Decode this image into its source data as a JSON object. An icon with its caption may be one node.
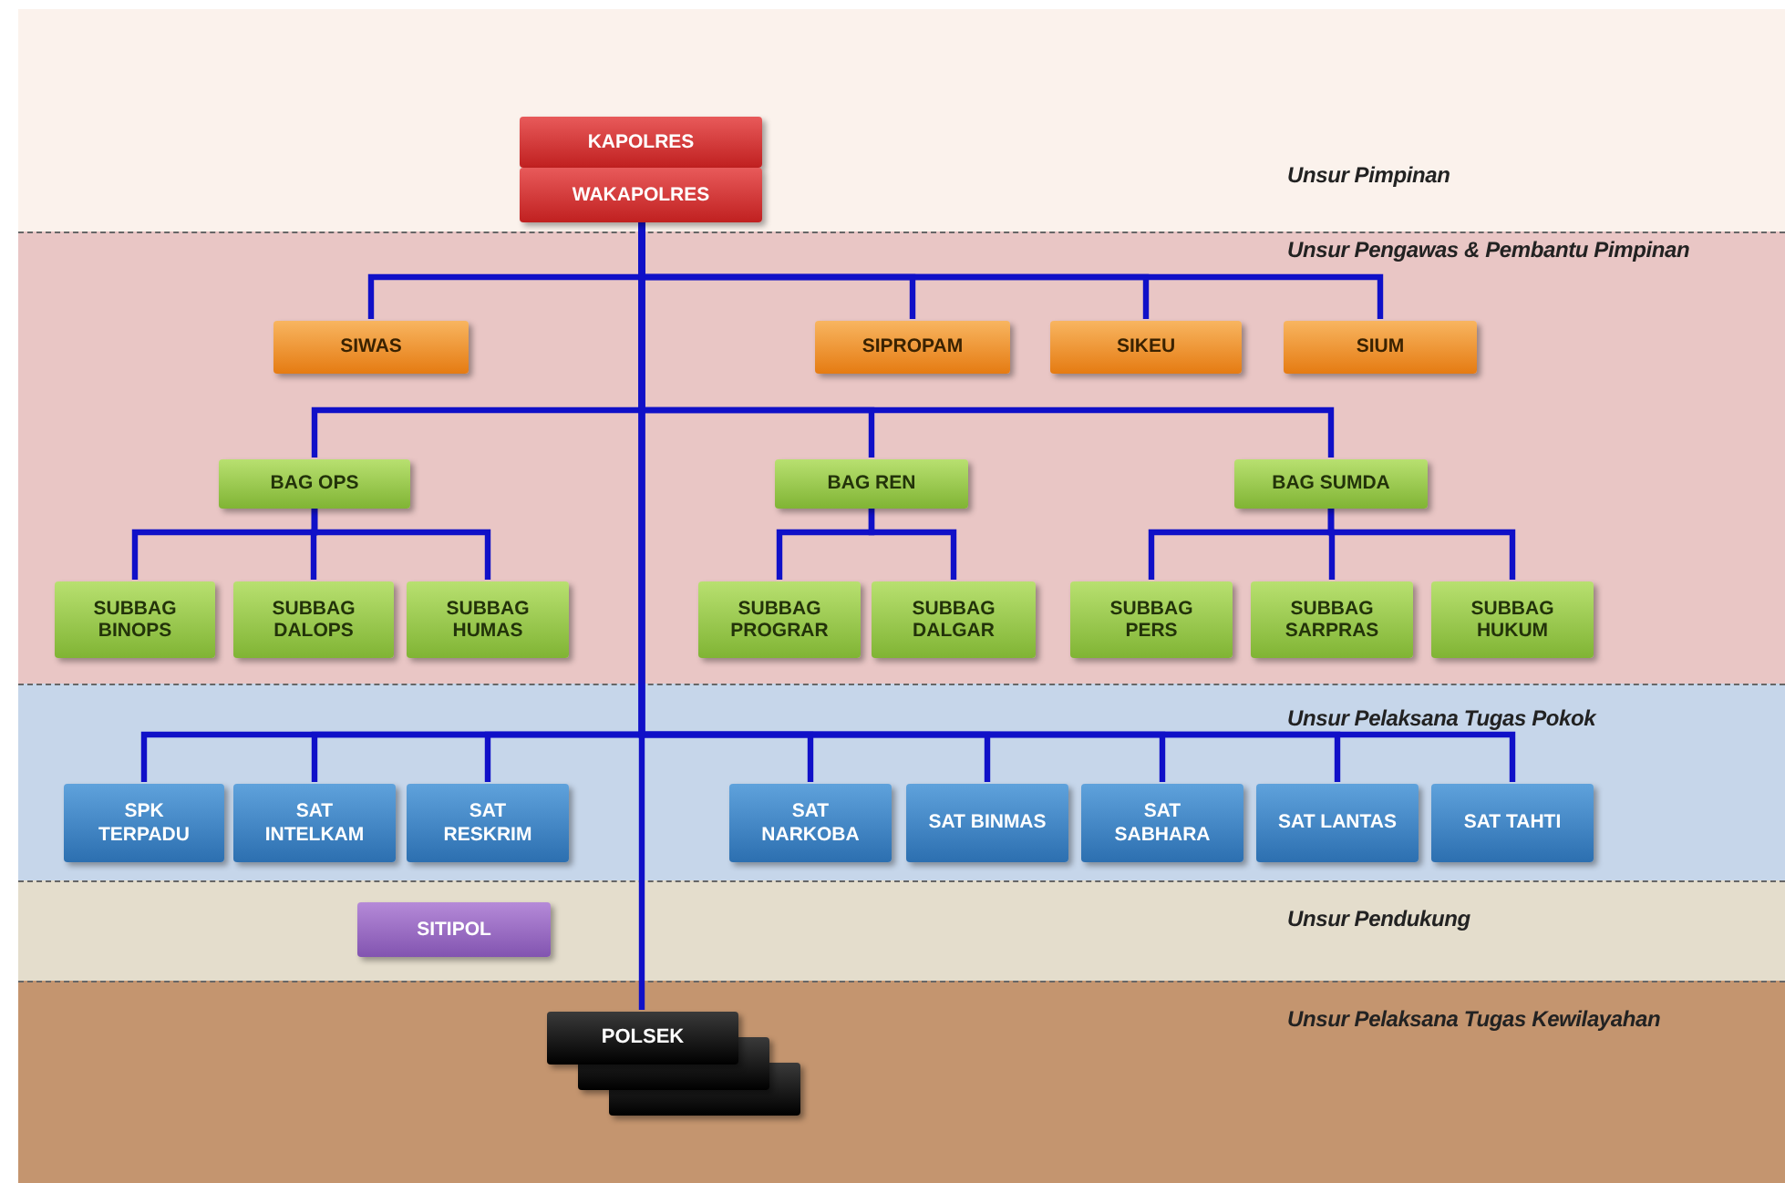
{
  "diagram": {
    "nodes": [
      {
        "text": [
          "Unsur Pimpinan"
        ]
      },
      {
        "text": [
          "KAPOLRES"
        ],
        "in": 0
      },
      {
        "text": [
          "WAKAPOLRES"
        ],
        "in": 0
      },
      {
        "text": [
          "Unsur Pengawas & Pembantu Pimpinan"
        ]
      },
      {
        "text": [
          "SIWAS"
        ],
        "in": 3
      },
      {
        "text": [
          "SIPROPAM"
        ],
        "in": 3
      },
      {
        "text": [
          "SIKEU"
        ],
        "in": 3
      },
      {
        "text": [
          "SIUM"
        ],
        "in": 3
      },
      {
        "text": [
          "BAG OPS"
        ],
        "in": 3
      },
      {
        "text": [
          "BAG REN"
        ],
        "in": 3
      },
      {
        "text": [
          "BAG SUMDA"
        ],
        "in": 3
      },
      {
        "text": [
          "SUBBAG BINOPS"
        ],
        "in": 3
      },
      {
        "text": [
          "SUBBAG DALOPS"
        ],
        "in": 3
      },
      {
        "text": [
          "SUBBAG HUMAS"
        ],
        "in": 3
      },
      {
        "text": [
          "SUBBAG PROGRAR"
        ],
        "in": 3
      },
      {
        "text": [
          "SUBBAG DALGAR"
        ],
        "in": 3
      },
      {
        "text": [
          "SUBBAG PERS"
        ],
        "in": 3
      },
      {
        "text": [
          "SUBBAG SARPRAS"
        ],
        "in": 3
      },
      {
        "text": [
          "SUBBAG HUKUM"
        ],
        "in": 3
      },
      {
        "text": [
          "Unsur Pelaksana Tugas Pokok"
        ]
      },
      {
        "text": [
          "SPK TERPADU"
        ],
        "in": 19
      },
      {
        "text": [
          "SAT INTELKAM"
        ],
        "in": 19
      },
      {
        "text": [
          "SAT RESKRIM"
        ],
        "in": 19
      },
      {
        "text": [
          "SAT NARKOBA"
        ],
        "in": 19
      },
      {
        "text": [
          "SAT BINMAS"
        ],
        "in": 19
      },
      {
        "text": [
          "SAT SABHARA"
        ],
        "in": 19
      },
      {
        "text": [
          "SAT LANTAS"
        ],
        "in": 19
      },
      {
        "text": [
          "SAT TAHTI"
        ],
        "in": 19
      },
      {
        "text": [
          "Unsur Pendukung"
        ]
      },
      {
        "text": [
          "SITIPOL"
        ],
        "in": 28
      },
      {
        "text": [
          "Unsur Pelaksana Tugas Kewilayahan"
        ]
      },
      {
        "text": [
          "POLSEK"
        ],
        "in": 30
      }
    ],
    "edges": [
      {
        "from": 2,
        "to": 4,
        "arrow": "none"
      },
      {
        "from": 2,
        "to": 5,
        "arrow": "none"
      },
      {
        "from": 2,
        "to": 6,
        "arrow": "none"
      },
      {
        "from": 2,
        "to": 7,
        "arrow": "none"
      },
      {
        "from": 2,
        "to": 8,
        "arrow": "none"
      },
      {
        "from": 2,
        "to": 9,
        "arrow": "none"
      },
      {
        "from": 2,
        "to": 10,
        "arrow": "none"
      },
      {
        "from": 8,
        "to": 11,
        "arrow": "none"
      },
      {
        "from": 8,
        "to": 12,
        "arrow": "none"
      },
      {
        "from": 8,
        "to": 13,
        "arrow": "none"
      },
      {
        "from": 9,
        "to": 14,
        "arrow": "none"
      },
      {
        "from": 9,
        "to": 15,
        "arrow": "none"
      },
      {
        "from": 10,
        "to": 16,
        "arrow": "none"
      },
      {
        "from": 10,
        "to": 17,
        "arrow": "none"
      },
      {
        "from": 10,
        "to": 18,
        "arrow": "none"
      },
      {
        "from": 2,
        "to": 20,
        "arrow": "none"
      },
      {
        "from": 2,
        "to": 21,
        "arrow": "none"
      },
      {
        "from": 2,
        "to": 22,
        "arrow": "none"
      },
      {
        "from": 2,
        "to": 23,
        "arrow": "none"
      },
      {
        "from": 2,
        "to": 24,
        "arrow": "none"
      },
      {
        "from": 2,
        "to": 25,
        "arrow": "none"
      },
      {
        "from": 2,
        "to": 26,
        "arrow": "none"
      },
      {
        "from": 2,
        "to": 27,
        "arrow": "none"
      },
      {
        "from": 2,
        "to": 31,
        "arrow": "none"
      }
    ]
  }
}
